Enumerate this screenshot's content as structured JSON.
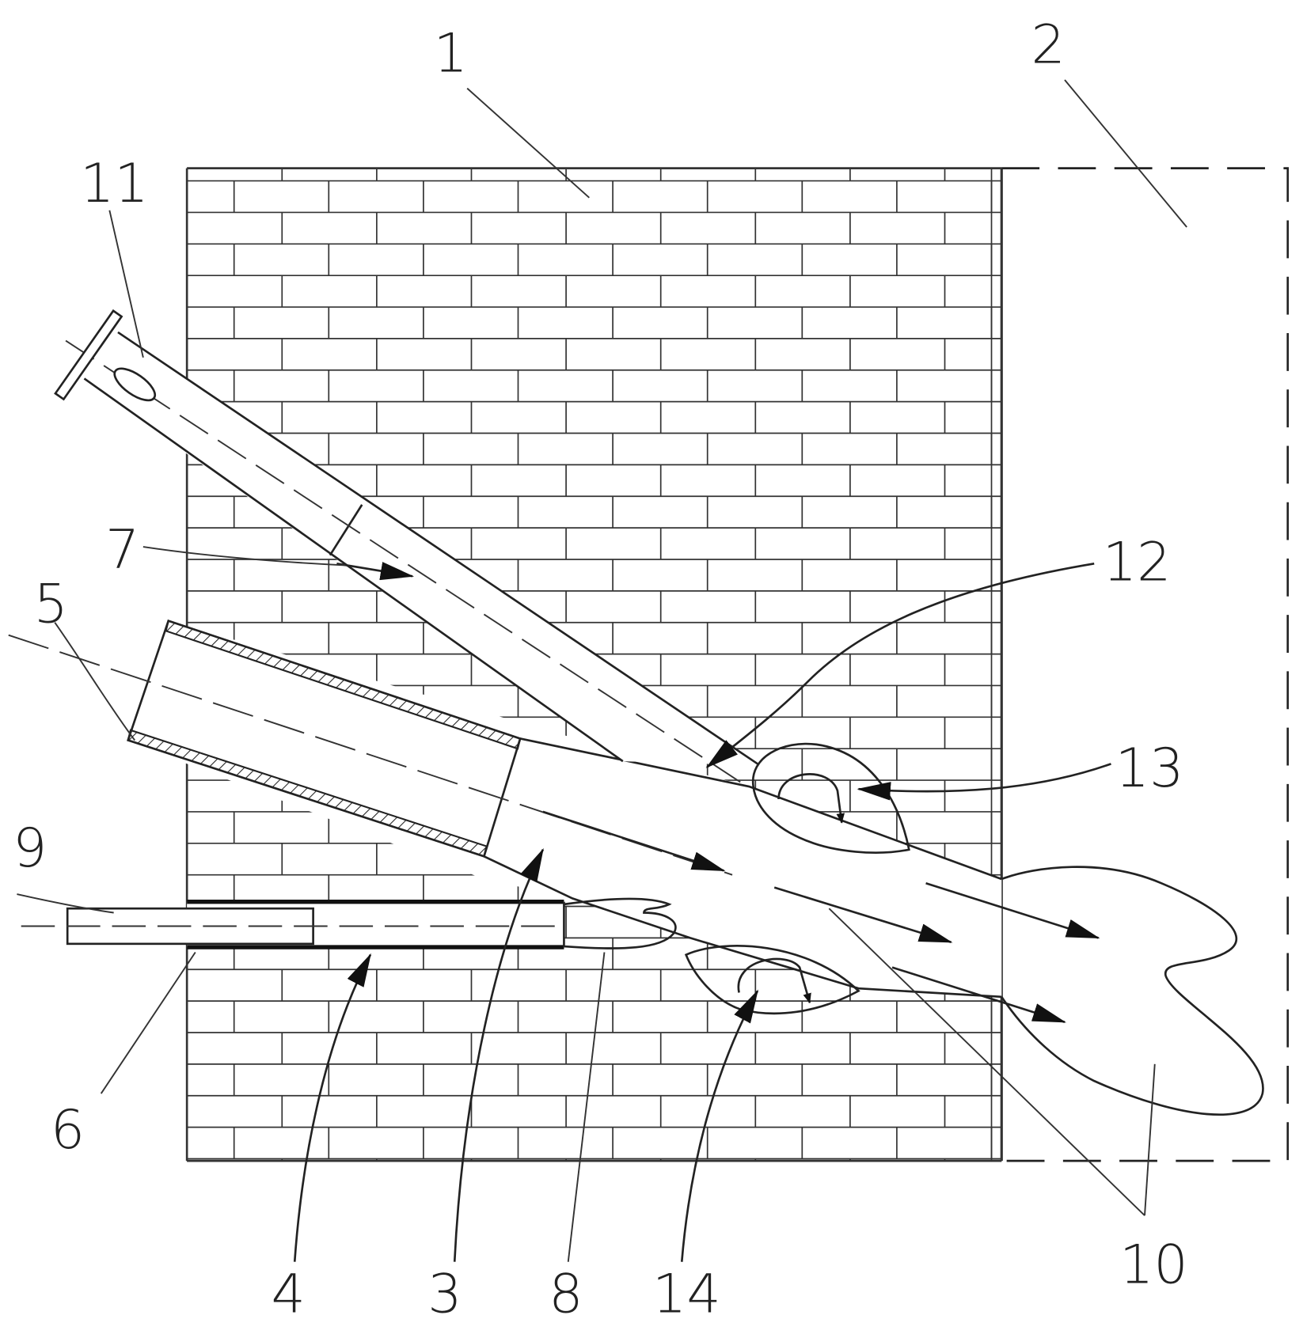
{
  "figure": {
    "labels": {
      "l1": "1",
      "l2": "2",
      "l3": "3",
      "l4": "4",
      "l5": "5",
      "l6": "6",
      "l7": "7",
      "l8": "8",
      "l9": "9",
      "l10": "10",
      "l11": "11",
      "l12": "12",
      "l13": "13",
      "l14": "14"
    },
    "colors": {
      "line": "#222222",
      "background": "#ffffff"
    }
  }
}
